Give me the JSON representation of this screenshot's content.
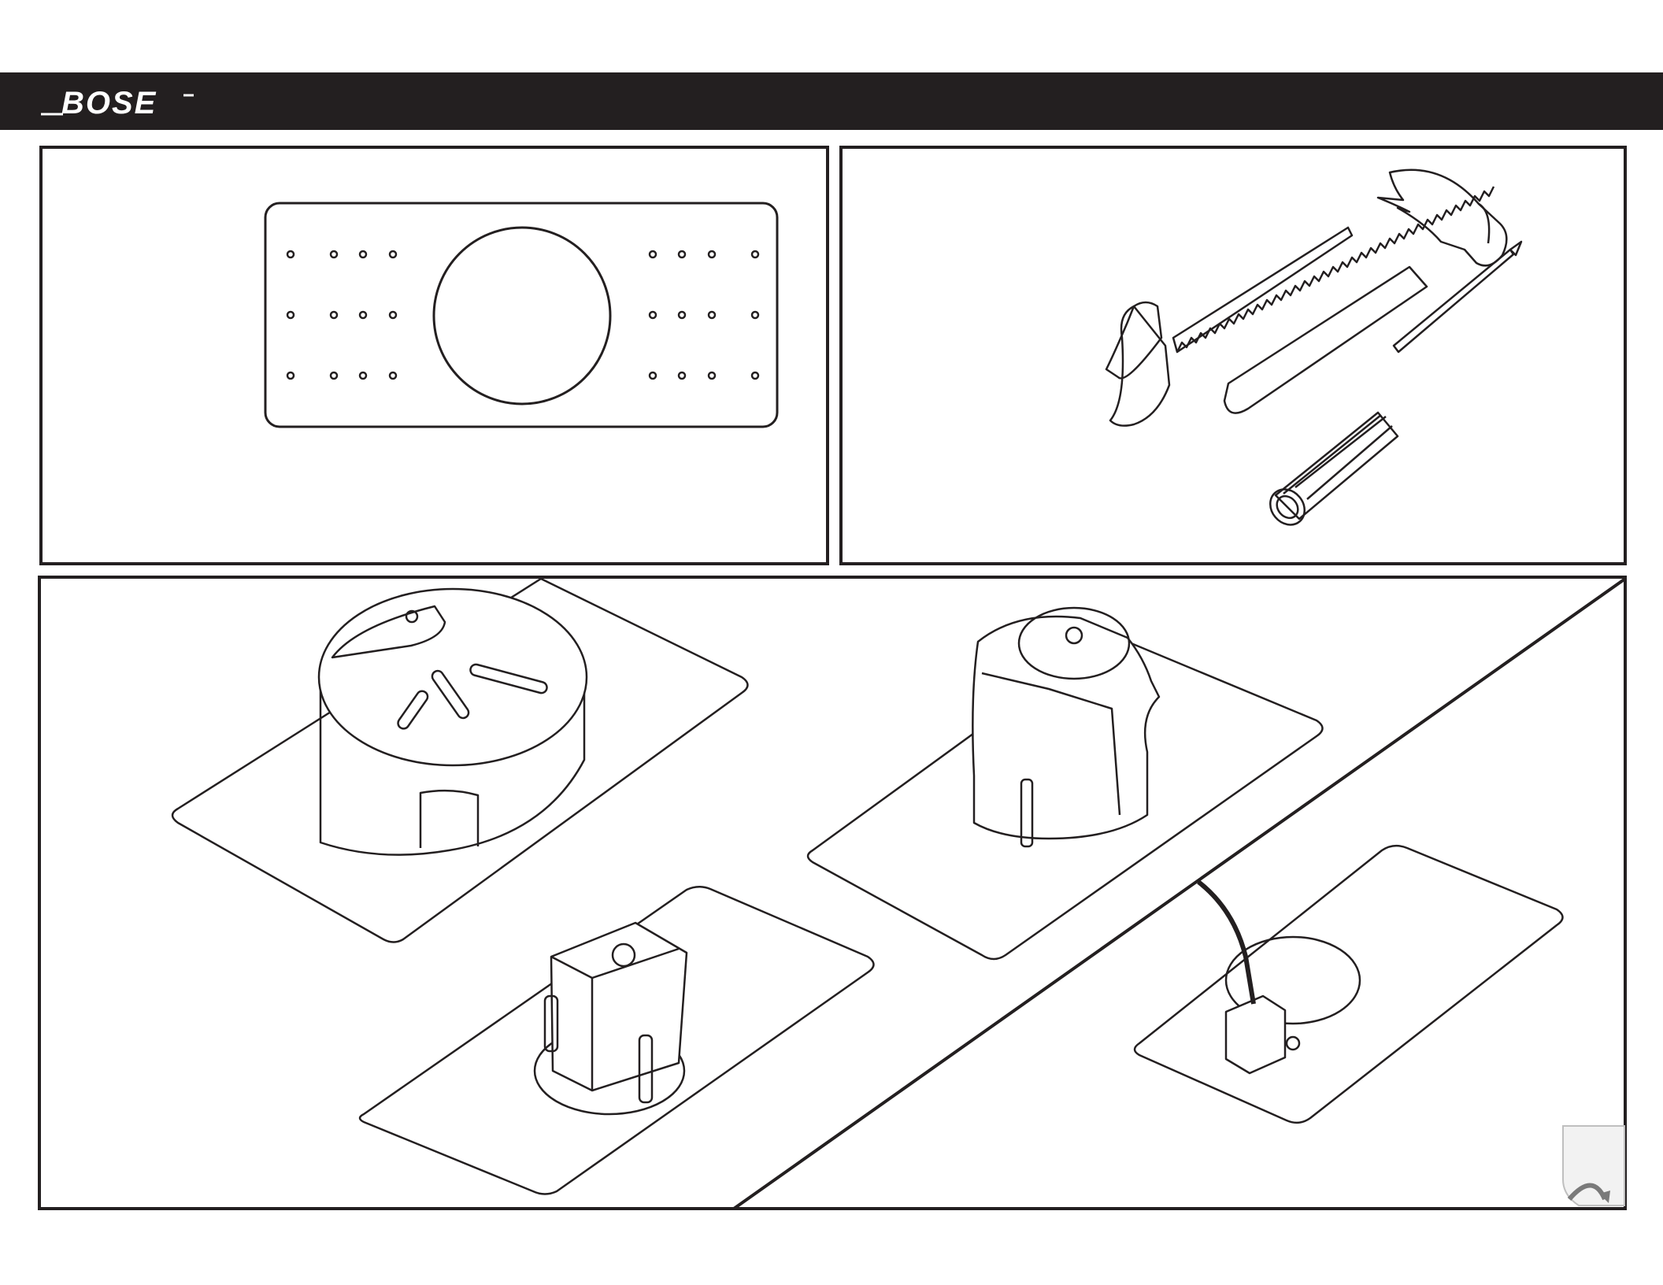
{
  "brand": {
    "logo_text": "BOSE",
    "header_color": "#231f20"
  },
  "panels": {
    "template": {
      "name": "mounting-template-panel"
    },
    "tools": {
      "name": "required-tools-panel",
      "items": [
        "saw-icon",
        "hammer-icon",
        "screwdriver-icon"
      ]
    },
    "install": {
      "name": "installation-steps-panel"
    }
  },
  "icons": {
    "page_curl": "page-turn-icon"
  },
  "colors": {
    "line": "#231f20",
    "background": "#ffffff"
  }
}
